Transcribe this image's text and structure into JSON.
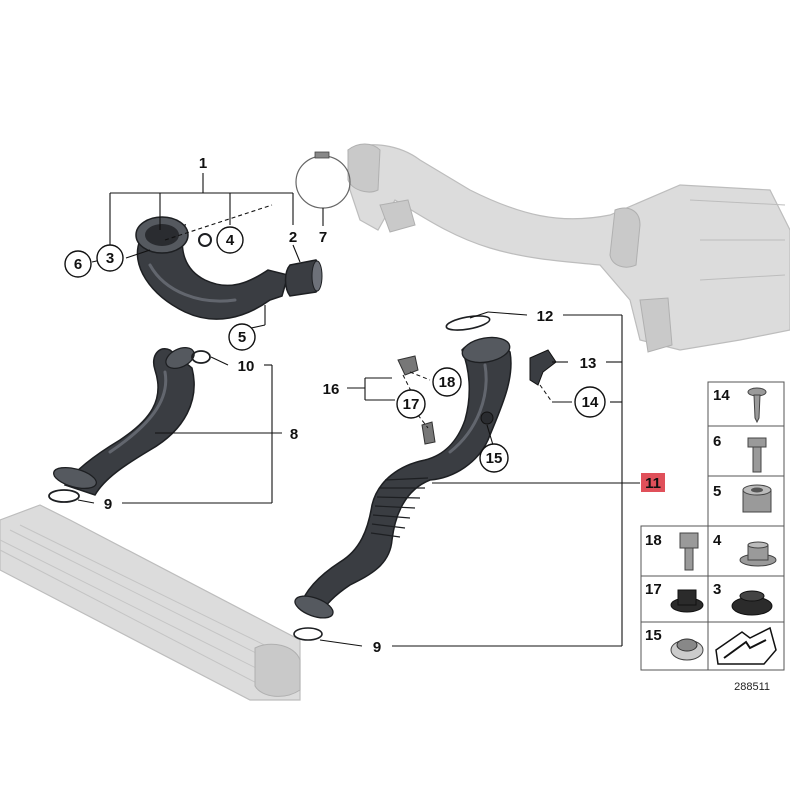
{
  "callouts": {
    "c1": "1",
    "c2": "2",
    "c3": "3",
    "c4": "4",
    "c5": "5",
    "c6": "6",
    "c7": "7",
    "c8": "8",
    "c9a": "9",
    "c9b": "9",
    "c10": "10",
    "c11": "11",
    "c12": "12",
    "c13": "13",
    "c14": "14",
    "c15": "15",
    "c16": "16",
    "c17": "17",
    "c18": "18"
  },
  "highlight_color": "#e0505a",
  "legend": {
    "r14": "14",
    "r6": "6",
    "r5": "5",
    "r18": "18",
    "r4": "4",
    "r17": "17",
    "r3": "3",
    "r15": "15"
  },
  "reference_number": "288511"
}
